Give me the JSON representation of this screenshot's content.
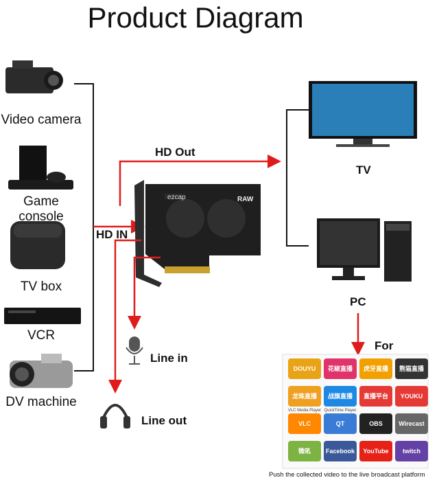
{
  "title": "Product Diagram",
  "sources": [
    {
      "label": "Video camera",
      "icon": "video-camera-icon"
    },
    {
      "label": "Game console",
      "icon": "game-console-icon"
    },
    {
      "label": "TV box",
      "icon": "tv-box-icon"
    },
    {
      "label": "VCR",
      "icon": "vcr-icon"
    },
    {
      "label": "DV machine",
      "icon": "dv-camcorder-icon"
    }
  ],
  "labels": {
    "hd_in": "HD IN",
    "hd_out": "HD Out",
    "tv": "TV",
    "pc": "PC",
    "line_in": "Line in",
    "line_out": "Line out",
    "for": "For"
  },
  "card": {
    "brand": "ezcap",
    "model": "RAW",
    "icon": "capture-card-icon"
  },
  "platforms": [
    {
      "name": "DOUYU",
      "icon": "douyu-logo",
      "color": "#e8a317"
    },
    {
      "name": "花椒直播",
      "icon": "huajiao-logo",
      "color": "#e0336b"
    },
    {
      "name": "虎牙直播",
      "icon": "huya-logo",
      "color": "#f2a000"
    },
    {
      "name": "熊猫直播",
      "icon": "panda-logo",
      "color": "#333333"
    },
    {
      "name": "龙珠直播",
      "icon": "longzhu-logo",
      "color": "#f0a020"
    },
    {
      "name": "战旗直播",
      "icon": "zhanqi-logo",
      "color": "#1e88e5"
    },
    {
      "name": "直播平台",
      "icon": "live-logo",
      "color": "#e53935"
    },
    {
      "name": "YOUKU",
      "icon": "youku-logo",
      "color": "#e53935"
    },
    {
      "name": "VLC",
      "caption": "VLC Media Player",
      "icon": "vlc-logo",
      "color": "#ff8800"
    },
    {
      "name": "QT",
      "caption": "QuickTime Player",
      "icon": "quicktime-logo",
      "color": "#3a7bd5"
    },
    {
      "name": "OBS",
      "icon": "obs-logo",
      "color": "#222222"
    },
    {
      "name": "Wirecast",
      "icon": "wirecast-logo",
      "color": "#666666"
    },
    {
      "name": "微吼",
      "icon": "vhall-logo",
      "color": "#7cb342"
    },
    {
      "name": "Facebook",
      "icon": "facebook-logo",
      "color": "#3b5998"
    },
    {
      "name": "YouTube",
      "icon": "youtube-logo",
      "color": "#e62117"
    },
    {
      "name": "twitch",
      "icon": "twitch-logo",
      "color": "#6441a5"
    }
  ],
  "footer": "Push the collected video to the live broadcast platform",
  "colors": {
    "arrow": "#e01b1b",
    "line": "#111111"
  }
}
